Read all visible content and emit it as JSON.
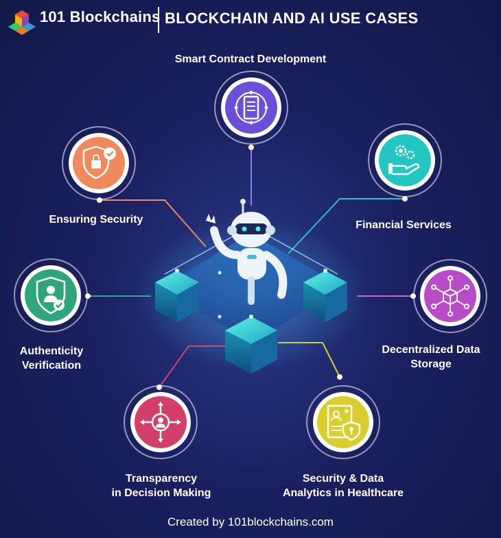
{
  "header": {
    "brand": "101 Blockchains",
    "title": "BLOCKCHAIN AND AI USE CASES"
  },
  "use_cases": [
    {
      "label": "Smart Contract Development",
      "icon": "document-icon",
      "color": "#6b4fd8"
    },
    {
      "label": "Ensuring Security",
      "icon": "shield-lock-icon",
      "color": "#f08a5d"
    },
    {
      "label": "Financial Services",
      "icon": "hand-gears-icon",
      "color": "#23c7c2"
    },
    {
      "label": "Authenticity Verification",
      "icon": "shield-user-check-icon",
      "color": "#2fa57a"
    },
    {
      "label": "Decentralized Data Storage",
      "icon": "network-cube-icon",
      "color": "#b84bc7"
    },
    {
      "label": "Transparency in Decision Making",
      "icon": "user-arrows-icon",
      "color": "#d23f6a"
    },
    {
      "label": "Security & Data Analytics in Healthcare",
      "icon": "medical-record-icon",
      "color": "#d8cf2d"
    }
  ],
  "labels": {
    "smart": "Smart Contract Development",
    "security": "Ensuring Security",
    "financial": "Financial Services",
    "auth_1": "Authenticity",
    "auth_2": "Verification",
    "storage_1": "Decentralized Data",
    "storage_2": "Storage",
    "transparency_1": "Transparency",
    "transparency_2": "in Decision Making",
    "health_1": "Security & Data",
    "health_2": "Analytics in Healthcare"
  },
  "footer": {
    "credit": "Created by 101blockchains.com"
  }
}
